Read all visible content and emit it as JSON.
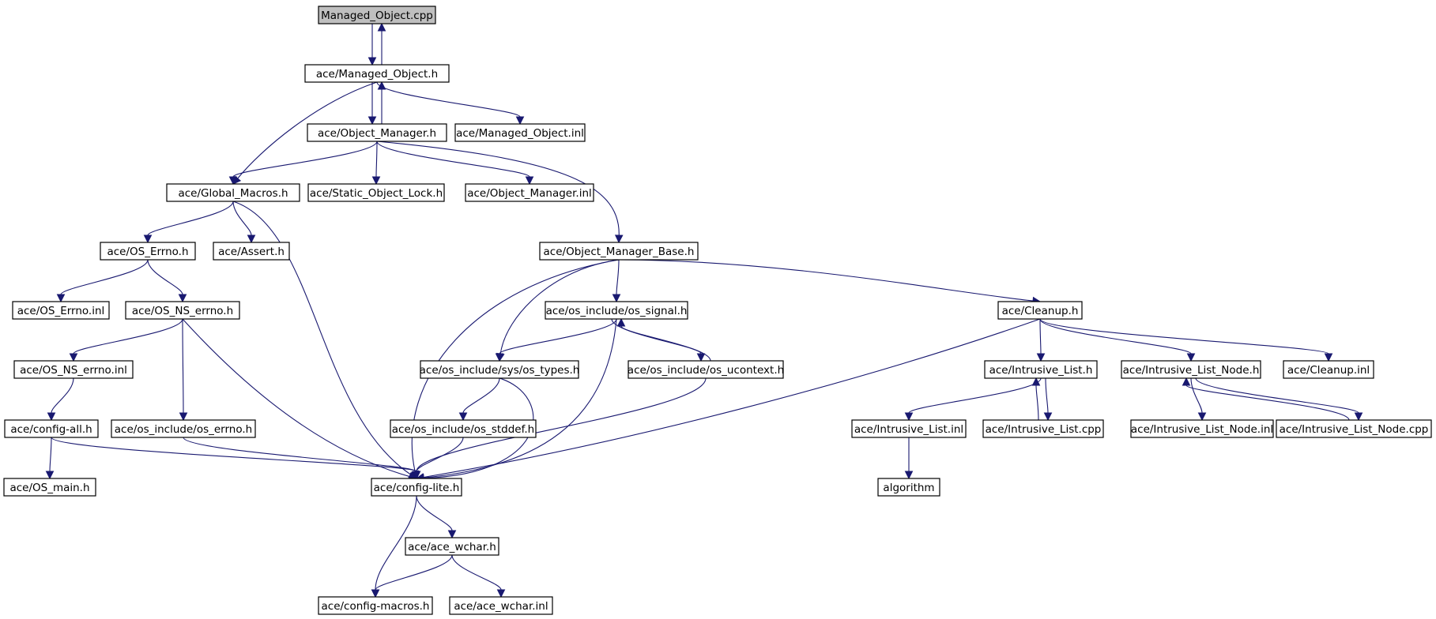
{
  "diagram": {
    "type": "include-dependency-graph",
    "colors": {
      "node_fill": "#ffffff",
      "root_fill": "#bfbfbf",
      "node_border": "#000000",
      "external_border": "#bfbfbf",
      "edge": "#191970"
    },
    "nodes": [
      {
        "id": "managed_object_cpp",
        "label": "Managed_Object.cpp",
        "style": "root"
      },
      {
        "id": "managed_object_h",
        "label": "ace/Managed_Object.h"
      },
      {
        "id": "object_manager_h",
        "label": "ace/Object_Manager.h"
      },
      {
        "id": "managed_object_inl",
        "label": "ace/Managed_Object.inl"
      },
      {
        "id": "global_macros_h",
        "label": "ace/Global_Macros.h"
      },
      {
        "id": "static_object_lock_h",
        "label": "ace/Static_Object_Lock.h"
      },
      {
        "id": "object_manager_inl",
        "label": "ace/Object_Manager.inl"
      },
      {
        "id": "os_errno_h",
        "label": "ace/OS_Errno.h"
      },
      {
        "id": "assert_h",
        "label": "ace/Assert.h"
      },
      {
        "id": "object_manager_base_h",
        "label": "ace/Object_Manager_Base.h"
      },
      {
        "id": "os_errno_inl",
        "label": "ace/OS_Errno.inl"
      },
      {
        "id": "os_ns_errno_h",
        "label": "ace/OS_NS_errno.h"
      },
      {
        "id": "os_signal_h",
        "label": "ace/os_include/os_signal.h"
      },
      {
        "id": "cleanup_h",
        "label": "ace/Cleanup.h"
      },
      {
        "id": "os_ns_errno_inl",
        "label": "ace/OS_NS_errno.inl"
      },
      {
        "id": "os_types_h",
        "label": "ace/os_include/sys/os_types.h"
      },
      {
        "id": "os_ucontext_h",
        "label": "ace/os_include/os_ucontext.h"
      },
      {
        "id": "intrusive_list_h",
        "label": "ace/Intrusive_List.h"
      },
      {
        "id": "intrusive_list_node_h",
        "label": "ace/Intrusive_List_Node.h"
      },
      {
        "id": "cleanup_inl",
        "label": "ace/Cleanup.inl"
      },
      {
        "id": "config_all_h",
        "label": "ace/config-all.h"
      },
      {
        "id": "os_errno_os_h",
        "label": "ace/os_include/os_errno.h"
      },
      {
        "id": "os_stddef_h",
        "label": "ace/os_include/os_stddef.h"
      },
      {
        "id": "intrusive_list_inl",
        "label": "ace/Intrusive_List.inl"
      },
      {
        "id": "intrusive_list_cpp",
        "label": "ace/Intrusive_List.cpp"
      },
      {
        "id": "intrusive_list_node_inl",
        "label": "ace/Intrusive_List_Node.inl"
      },
      {
        "id": "intrusive_list_node_cpp",
        "label": "ace/Intrusive_List_Node.cpp"
      },
      {
        "id": "os_main_h",
        "label": "ace/OS_main.h"
      },
      {
        "id": "config_lite_h",
        "label": "ace/config-lite.h"
      },
      {
        "id": "algorithm",
        "label": "algorithm",
        "style": "external"
      },
      {
        "id": "ace_wchar_h",
        "label": "ace/ace_wchar.h"
      },
      {
        "id": "config_macros_h",
        "label": "ace/config-macros.h",
        "style": "external"
      },
      {
        "id": "ace_wchar_inl",
        "label": "ace/ace_wchar.inl"
      }
    ],
    "edges": [
      [
        "managed_object_cpp",
        "managed_object_h"
      ],
      [
        "managed_object_h",
        "managed_object_cpp"
      ],
      [
        "managed_object_h",
        "object_manager_h"
      ],
      [
        "object_manager_h",
        "managed_object_h"
      ],
      [
        "managed_object_h",
        "managed_object_inl"
      ],
      [
        "managed_object_h",
        "global_macros_h"
      ],
      [
        "object_manager_h",
        "global_macros_h"
      ],
      [
        "object_manager_h",
        "static_object_lock_h"
      ],
      [
        "object_manager_h",
        "object_manager_inl"
      ],
      [
        "object_manager_h",
        "object_manager_base_h"
      ],
      [
        "global_macros_h",
        "os_errno_h"
      ],
      [
        "global_macros_h",
        "assert_h"
      ],
      [
        "global_macros_h",
        "config_lite_h"
      ],
      [
        "os_errno_h",
        "os_errno_inl"
      ],
      [
        "os_errno_h",
        "os_ns_errno_h"
      ],
      [
        "os_ns_errno_h",
        "os_ns_errno_inl"
      ],
      [
        "os_ns_errno_h",
        "os_errno_os_h"
      ],
      [
        "os_ns_errno_h",
        "config_lite_h"
      ],
      [
        "os_ns_errno_inl",
        "config_all_h"
      ],
      [
        "config_all_h",
        "os_main_h"
      ],
      [
        "config_all_h",
        "config_lite_h"
      ],
      [
        "os_errno_os_h",
        "config_lite_h"
      ],
      [
        "object_manager_base_h",
        "os_signal_h"
      ],
      [
        "object_manager_base_h",
        "os_types_h"
      ],
      [
        "object_manager_base_h",
        "config_lite_h"
      ],
      [
        "object_manager_base_h",
        "cleanup_h"
      ],
      [
        "os_signal_h",
        "os_types_h"
      ],
      [
        "os_signal_h",
        "os_ucontext_h"
      ],
      [
        "os_ucontext_h",
        "os_signal_h"
      ],
      [
        "os_signal_h",
        "config_lite_h"
      ],
      [
        "os_types_h",
        "os_stddef_h"
      ],
      [
        "os_types_h",
        "config_lite_h"
      ],
      [
        "os_stddef_h",
        "config_lite_h"
      ],
      [
        "os_ucontext_h",
        "config_lite_h"
      ],
      [
        "cleanup_h",
        "config_lite_h"
      ],
      [
        "cleanup_h",
        "intrusive_list_h"
      ],
      [
        "cleanup_h",
        "intrusive_list_node_h"
      ],
      [
        "cleanup_h",
        "cleanup_inl"
      ],
      [
        "intrusive_list_h",
        "intrusive_list_inl"
      ],
      [
        "intrusive_list_h",
        "intrusive_list_cpp"
      ],
      [
        "intrusive_list_cpp",
        "intrusive_list_h"
      ],
      [
        "intrusive_list_inl",
        "algorithm"
      ],
      [
        "intrusive_list_node_h",
        "intrusive_list_node_inl"
      ],
      [
        "intrusive_list_node_h",
        "intrusive_list_node_cpp"
      ],
      [
        "intrusive_list_node_cpp",
        "intrusive_list_node_h"
      ],
      [
        "config_lite_h",
        "ace_wchar_h"
      ],
      [
        "config_lite_h",
        "config_macros_h"
      ],
      [
        "ace_wchar_h",
        "config_macros_h"
      ],
      [
        "ace_wchar_h",
        "ace_wchar_inl"
      ]
    ]
  }
}
